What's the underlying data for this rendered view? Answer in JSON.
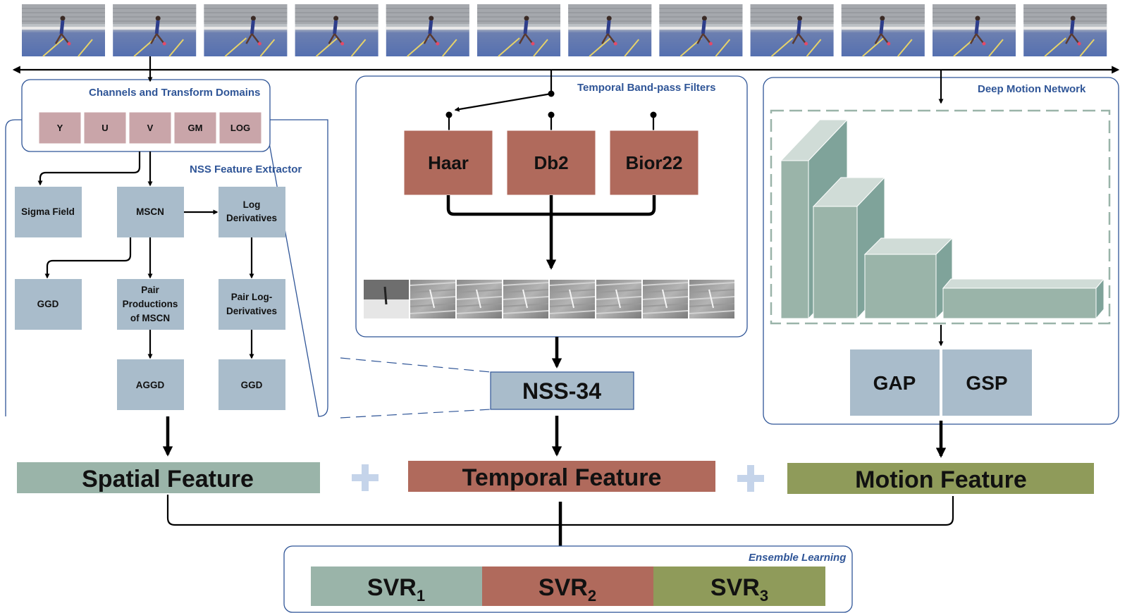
{
  "video_frames": {
    "count": 12
  },
  "channels": {
    "title": "Channels and Transform Domains",
    "items": [
      "Y",
      "U",
      "V",
      "GM",
      "LOG"
    ]
  },
  "nss_extractor": {
    "title": "NSS Feature Extractor",
    "sigma_field": "Sigma Field",
    "mscn": "MSCN",
    "log_derivatives": [
      "Log",
      "Derivatives"
    ],
    "ggd_left": "GGD",
    "pair_productions": [
      "Pair",
      "Productions",
      "of MSCN"
    ],
    "pair_log_derivatives": [
      "Pair Log-",
      "Derivatives"
    ],
    "aggd": "AGGD",
    "ggd_right": "GGD"
  },
  "temporal_filters": {
    "title": "Temporal Band-pass Filters",
    "wavelets": [
      "Haar",
      "Db2",
      "Bior22"
    ],
    "response_tiles": 8
  },
  "nss34": {
    "label": "NSS-34"
  },
  "deep_motion": {
    "title": "Deep Motion Network",
    "pool_labels": [
      "GAP",
      "GSP"
    ]
  },
  "features": {
    "spatial": "Spatial Feature",
    "temporal": "Temporal Feature",
    "motion": "Motion Feature"
  },
  "ensemble": {
    "title": "Ensemble Learning",
    "svr": [
      {
        "base": "SVR",
        "sub": "1"
      },
      {
        "base": "SVR",
        "sub": "2"
      },
      {
        "base": "SVR",
        "sub": "3"
      }
    ]
  },
  "colors": {
    "spatial": "#9ab4a9",
    "temporal": "#b06a5c",
    "motion": "#8f9b5a",
    "block": "#a9bccb",
    "channel": "#c9a5a9",
    "accent": "#2f5597"
  }
}
